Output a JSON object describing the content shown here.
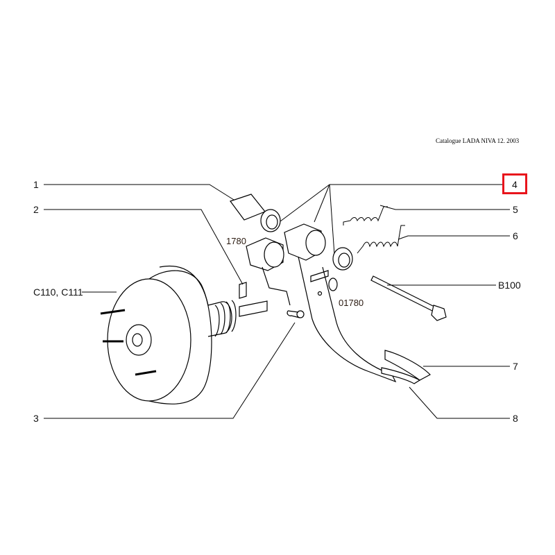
{
  "header": {
    "catalogue": "Catalogue LADA NIVA 12. 2003"
  },
  "callouts": {
    "c1": "1",
    "c2": "2",
    "c3": "3",
    "c4": "4",
    "c5": "5",
    "c6": "6",
    "c7": "7",
    "c8": "8",
    "booster": "C110, C111",
    "bolt": "B100",
    "ref_1780": "1780",
    "ref_01780": "01780"
  },
  "highlight": {
    "callout": "4",
    "color": "#e8141c"
  }
}
